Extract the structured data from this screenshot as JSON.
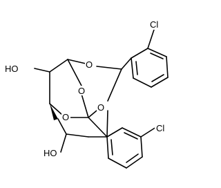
{
  "molecule": {
    "atom_labels": {
      "cl_top": "Cl",
      "cl_bottom": "Cl",
      "o_acetal_a": "O",
      "o_acetal_b": "O",
      "o_bridge_upper": "O",
      "o_bridge_lower": "O",
      "ho_upper": "HO",
      "ho_lower": "HO"
    }
  }
}
